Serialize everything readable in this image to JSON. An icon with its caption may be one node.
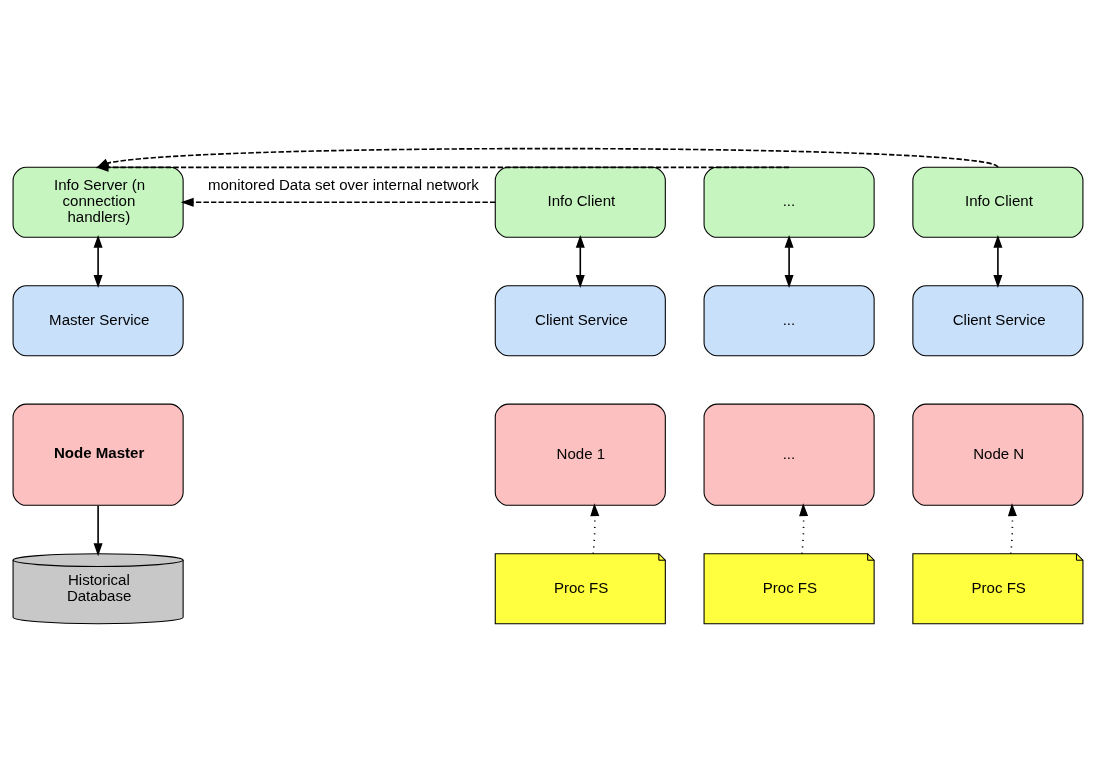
{
  "diagram": {
    "nodes": [
      {
        "text": [
          "Info Server (n connection handlers)"
        ]
      },
      {
        "text": [
          "Master Service"
        ]
      },
      {
        "text": [
          "Node Master"
        ]
      },
      {
        "text": [
          "Historical Database"
        ]
      },
      {
        "text": [
          "Info Client"
        ]
      },
      {
        "text": [
          "..."
        ]
      },
      {
        "text": [
          "Info Client"
        ]
      },
      {
        "text": [
          "Client Service"
        ]
      },
      {
        "text": [
          "..."
        ]
      },
      {
        "text": [
          "Client Service"
        ]
      },
      {
        "text": [
          "Node 1"
        ]
      },
      {
        "text": [
          "..."
        ]
      },
      {
        "text": [
          "Node N"
        ]
      },
      {
        "text": [
          "Proc FS"
        ]
      },
      {
        "text": [
          "Proc FS"
        ]
      },
      {
        "text": [
          "Proc FS"
        ]
      }
    ],
    "edges": [
      {
        "from": 4,
        "to": 0,
        "arrow": "to",
        "style": "dashed",
        "label": "monitored Data set over internal network"
      },
      {
        "from": 5,
        "to": 0,
        "arrow": "to",
        "style": "dashed"
      },
      {
        "from": 6,
        "to": 0,
        "arrow": "to",
        "style": "dashed"
      },
      {
        "from": 0,
        "to": 1,
        "arrow": "both"
      },
      {
        "from": 4,
        "to": 7,
        "arrow": "both"
      },
      {
        "from": 5,
        "to": 8,
        "arrow": "both"
      },
      {
        "from": 6,
        "to": 9,
        "arrow": "both"
      },
      {
        "from": 2,
        "to": 3,
        "arrow": "to"
      },
      {
        "from": 13,
        "to": 10,
        "arrow": "to",
        "style": "dashed"
      },
      {
        "from": 14,
        "to": 11,
        "arrow": "to",
        "style": "dashed"
      },
      {
        "from": 15,
        "to": 12,
        "arrow": "to",
        "style": "dashed"
      }
    ]
  }
}
